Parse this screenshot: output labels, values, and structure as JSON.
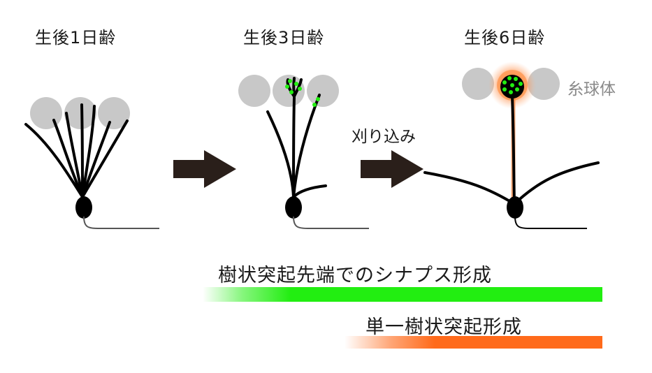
{
  "stages": [
    {
      "label": "生後1日齢"
    },
    {
      "label": "生後3日齢"
    },
    {
      "label": "生後6日齢"
    }
  ],
  "pruning_label": "刈り込み",
  "glomerulus_label": "糸球体",
  "bars": [
    {
      "label": "樹状突起先端でのシナプス形成",
      "color": "#22ee11"
    },
    {
      "label": "単一樹状突起形成",
      "color": "#ff6a1a"
    }
  ]
}
